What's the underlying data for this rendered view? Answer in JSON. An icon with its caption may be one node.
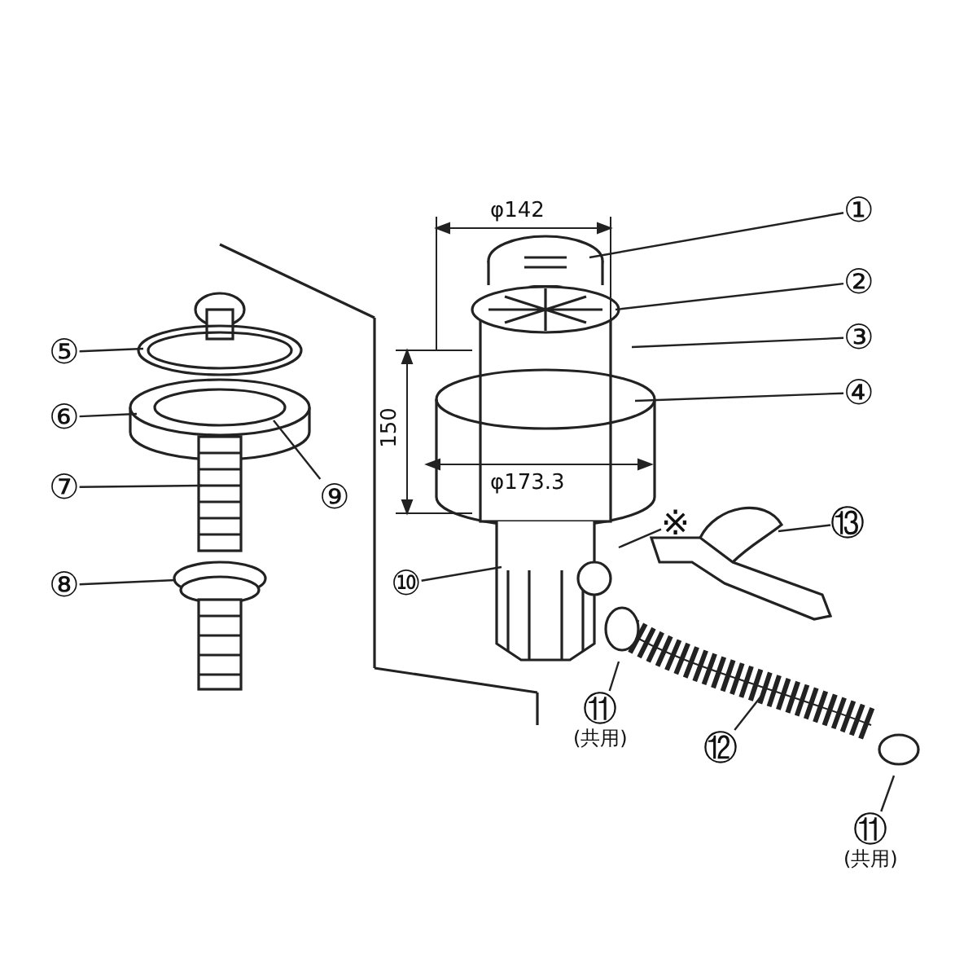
{
  "diagram": {
    "nodes": [
      {
        "text": [
          "①"
        ]
      },
      {
        "text": [
          "②"
        ]
      },
      {
        "text": [
          "③"
        ]
      },
      {
        "text": [
          "④"
        ]
      },
      {
        "text": [
          "⑤"
        ]
      },
      {
        "text": [
          "⑥"
        ]
      },
      {
        "text": [
          "⑦"
        ]
      },
      {
        "text": [
          "⑨"
        ]
      },
      {
        "text": [
          "⑧"
        ]
      },
      {
        "text": [
          "※"
        ]
      },
      {
        "text": [
          "⑩"
        ]
      },
      {
        "text": [
          "⑬"
        ]
      },
      {
        "text": [
          "⑪"
        ],
        "beside": [
          "(共用)"
        ]
      },
      {
        "text": [
          "⑫"
        ]
      },
      {
        "text": [
          "⑪"
        ],
        "beside": [
          "(共用)"
        ]
      }
    ],
    "edges": [
      {
        "from": 0,
        "to": null,
        "arrow": "none"
      },
      {
        "from": 1,
        "to": null,
        "arrow": "none"
      },
      {
        "from": 2,
        "to": null,
        "arrow": "none"
      },
      {
        "from": 3,
        "to": null,
        "arrow": "none"
      },
      {
        "from": 4,
        "to": null,
        "arrow": "none"
      },
      {
        "from": 5,
        "to": null,
        "arrow": "none"
      },
      {
        "from": 6,
        "to": null,
        "arrow": "none"
      },
      {
        "from": 7,
        "to": null,
        "arrow": "none"
      },
      {
        "from": 8,
        "to": null,
        "arrow": "none"
      },
      {
        "from": 9,
        "to": null,
        "arrow": "none"
      },
      {
        "from": 10,
        "to": null,
        "arrow": "none"
      },
      {
        "from": 11,
        "to": null,
        "arrow": "none"
      },
      {
        "from": 12,
        "to": null,
        "arrow": "none"
      },
      {
        "from": 13,
        "to": null,
        "arrow": "none"
      },
      {
        "from": 14,
        "to": null,
        "arrow": "none"
      }
    ],
    "labels": [
      "φ142",
      "150",
      "φ173.3"
    ]
  }
}
